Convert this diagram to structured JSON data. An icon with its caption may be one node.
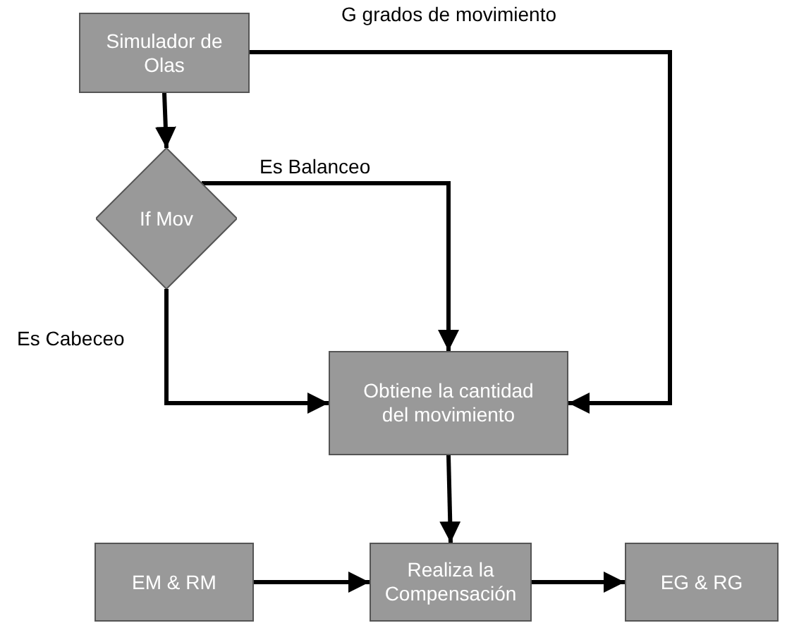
{
  "diagram": {
    "nodes": [
      {
        "text": [
          "Simulador de Olas"
        ]
      },
      {
        "text": [
          "If Mov"
        ]
      },
      {
        "text": [
          "Obtiene la cantidad del movimiento"
        ]
      },
      {
        "text": [
          "EM & RM"
        ]
      },
      {
        "text": [
          "Realiza la Compensación"
        ]
      },
      {
        "text": [
          "EG & RG"
        ]
      }
    ],
    "edges": [
      {
        "from": 0,
        "to": 1,
        "arrow": "to"
      },
      {
        "from": 0,
        "to": 2,
        "arrow": "to",
        "label": "G grados de movimiento"
      },
      {
        "from": 1,
        "to": 2,
        "arrow": "to",
        "label": "Es Balanceo"
      },
      {
        "from": 1,
        "to": 2,
        "arrow": "to",
        "label": "Es Cabeceo"
      },
      {
        "from": 2,
        "to": 4,
        "arrow": "to"
      },
      {
        "from": 3,
        "to": 4,
        "arrow": "to"
      },
      {
        "from": 4,
        "to": 5,
        "arrow": "to"
      }
    ]
  }
}
